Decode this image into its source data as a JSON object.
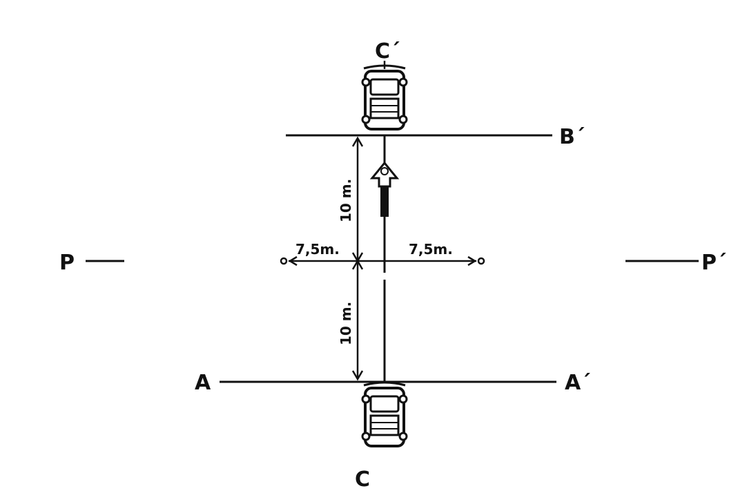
{
  "labels": {
    "c_prime": "C´",
    "b_prime": "B´",
    "a": "A",
    "a_prime": "A´",
    "p": "P",
    "p_prime": "P´",
    "bottom": "C"
  },
  "dimensions": {
    "upper_vertical": "10 m.",
    "lower_vertical": "10 m.",
    "left_horizontal": "7,5m.",
    "right_horizontal": "7,5m."
  },
  "colors": {
    "ink": "#111111",
    "background": "#ffffff"
  },
  "icons": [
    "car-top-view-icon",
    "direction-arrow-icon"
  ]
}
